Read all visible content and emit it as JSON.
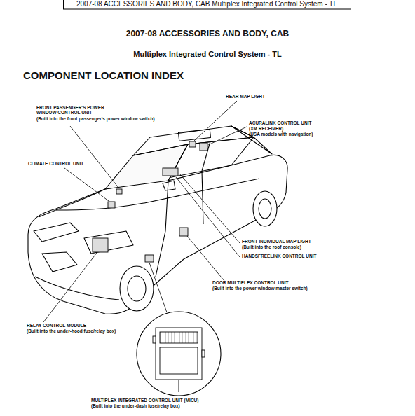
{
  "diagram": {
    "title": "2007-08 ACCESSORIES AND BODY, CAB",
    "labels": [
      "2007-08 ACCESSORIES AND BODY, CAB Multiplex Integrated Control System - TL",
      "Multiplex Integrated Control System - TL",
      "COMPONENT LOCATION INDEX",
      "REAR MAP LIGHT",
      "ACURALINK CONTROL UNIT",
      "(XM RECEIVER)",
      "(USA models with navigation)",
      "FRONT PASSENGER'S POWER WINDOW CONTROL UNIT",
      "(Built into the front passenger's power window switch)",
      "CLIMATE CONTROL UNIT",
      "FRONT INDIVIDUAL MAP LIGHT",
      "(Built into the roof console)",
      "HANDSFREELINK CONTROL UNIT",
      "DOOR MULTIPLEX CONTROL UNIT",
      "(Built into the power window master switch)",
      "RELAY CONTROL MODULE",
      "(Built into the under-hood fuse/relay box)",
      "MULTIPLEX INTEGRATED CONTROL UNIT (MICU)",
      "(Built into the under-dash fuse/relay box)"
    ]
  }
}
